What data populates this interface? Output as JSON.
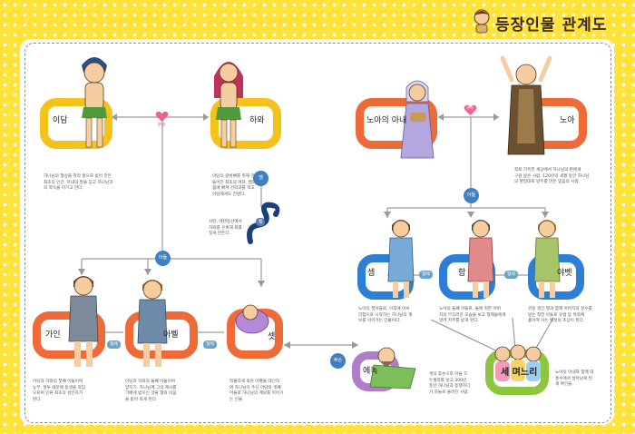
{
  "title": "등장인물 관계도",
  "colors": {
    "yellow": "#f4c21a",
    "orange": "#ee6a36",
    "blue": "#2d7fd6",
    "purple": "#b27ccd",
    "green": "#8cc63e"
  },
  "characters": {
    "adam": {
      "name": "이담",
      "desc": "하나님의 형상을 따라 흙으로 빚어 만든\n최초의 인간. 아내의 말을 듣고 하나님과\n의 약속을 어기고 만다."
    },
    "eve": {
      "name": "하와",
      "desc": "아담의 갈비뼈를 취해 만\n들어진 최초의 여자. 뱀의\n꾐에 빠져 선악과를 먹고\n아담에게도 건넨다."
    },
    "serpent": {
      "desc": "사탄. 에덴동산에서\n하와를 유혹해 죄를\n짓게 만든다."
    },
    "cain": {
      "name": "가인",
      "desc": "아담과 하와의 첫째 아들이며\n농부. 질투 때문에 동생을 죽임\n으로써 인류 최초의 살인자가\n된다."
    },
    "abel": {
      "name": "아벨",
      "desc": "아담과 하와의 둘째 아들이며\n양치기. 하나님께 그의 제사를\n기뻐게 받으신 것을 형의 미움\n을 받아 죽게 된다."
    },
    "seth": {
      "name": "셋",
      "desc": "억울하게 죽은 아벨을 대신하\n여 하나님이 주신 아담의 셋째\n아들로 하나님의 계보를 이어가\n는 인물"
    },
    "noah_wife": {
      "name": "노아의 아내"
    },
    "noah": {
      "name": "노아",
      "desc": "죄로 가득한 세상에서 하나님의 판에게\n구원 받은 사람. 120년의 세월 동안 하나님\n의 명령대로 방주를 만든 믿음의 사람."
    },
    "shem": {
      "name": "셈",
      "desc": "노아의 첫아들로, 이후에 아브\n라함으로 시작하는 하나님의 계\n보를 이어가는 인물이다."
    },
    "ham": {
      "name": "함",
      "desc": "노아의 둘째 아들로, 술에 취한 아버\n지의 부끄러운 모습을 보고 형제들에게\n알려 저주를 받게 된다."
    },
    "japheth": {
      "name": "야벳",
      "desc": "관용 생긴 형과 함께 아버지의 실수를\n덮는 착한 아들로 유럽 등 북쪽에\n흩어져 사는 백성의 조상이 된다."
    },
    "enoch": {
      "name": "에녹",
      "desc": "셋의 후손으로 아들 므\n두셀라를 낳고 300년\n동안 하나님과 동행하다\n가 하늘로 올려진 사람."
    },
    "daughters_in_law": {
      "name": "세 며느리",
      "desc": "노아의 아내와 함께 대\n홍수에서 살아남게 된\n세 여인들."
    }
  },
  "relations": {
    "adam_eve": "부부",
    "eve_serpent": "뱀",
    "serpent_tag": "뱀",
    "noah_couple": "부부",
    "cain_abel": "형제",
    "abel_seth": "형제",
    "shem_ham": "형제",
    "ham_japheth": "형제",
    "descendant": "후손",
    "sons_top": "아들",
    "sons_noah": "아들"
  }
}
